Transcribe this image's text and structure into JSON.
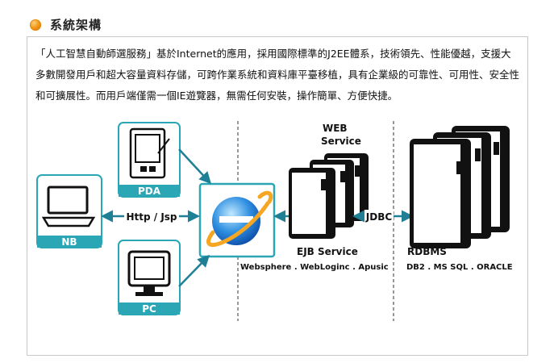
{
  "section": {
    "title": "系統架構",
    "bullet_icon": "orange-dot-icon"
  },
  "description": "「人工智慧自動師選服務」基於Internet的應用，採用國際標準的J2EE體系，技術領先、性能優越，支援大多數開發用戶和超大容量資料存儲，可跨作業系統和資料庫平臺移植，具有企業級的可靠性、可用性、安全性和可擴展性。而用戶端僅需一個IE遊覽器，無需任何安裝，操作簡單、方便快捷。",
  "diagram": {
    "clients": {
      "pda": "PDA",
      "nb": "NB",
      "pc": "PC"
    },
    "protocol_label": "Http / Jsp",
    "web_service_line1": "WEB",
    "web_service_line2": "Service",
    "ejb_service": "EJB Service",
    "ejb_platforms": "Websphere . WebLoginc . Apusic",
    "jdbc_label": "JDBC",
    "rdbms": "RDBMS",
    "rdbms_list": "DB2 . MS SQL . ORACLE"
  },
  "colors": {
    "accent_teal": "#2aa6b5",
    "arrow": "#1f7f95",
    "bullet_orange": "#f39a1b",
    "panel_border": "#c9c9c9"
  }
}
